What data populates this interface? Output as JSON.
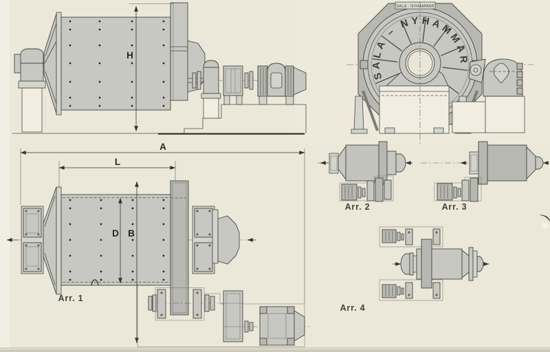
{
  "document": {
    "kind": "Scanned engineering drawing – SALA ball mill arrangements",
    "brand_wheel_text": "SALA – NYHAMMAR",
    "brand_plate_text": "SALA - NYHAMMAR"
  },
  "dimension_labels": {
    "height": "H",
    "overall_length": "A",
    "shell_length": "L",
    "diameter": "D",
    "width": "B"
  },
  "arrangement_labels": {
    "arr1": "Arr. 1",
    "arr2": "Arr. 2",
    "arr3": "Arr. 3",
    "arr4": "Arr. 4"
  },
  "colors": {
    "paper": "#ebe8d9",
    "paper_light": "#f2f0e4",
    "ink": "#45463e",
    "metal_light": "#c6c8c1",
    "metal_dark": "#b6b8b1",
    "foundation_white": "#f1eee1",
    "artifact_dark": "#14140e"
  }
}
